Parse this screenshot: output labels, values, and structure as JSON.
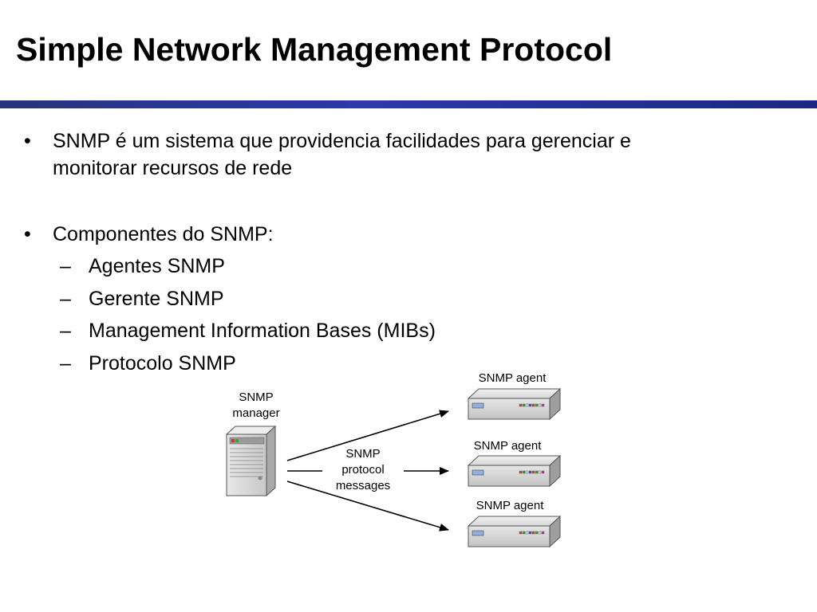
{
  "slide": {
    "title": "Simple Network Management Protocol",
    "accent_color": "#2a3aa8"
  },
  "bullets": [
    {
      "text_line1": "SNMP é um sistema que providencia facilidades para gerenciar e",
      "text_line2": "monitorar recursos de rede"
    },
    {
      "text": "Componentes do SNMP:",
      "subitems": [
        "Agentes SNMP",
        "Gerente SNMP",
        "Management Information Bases (MIBs)",
        "Protocolo SNMP"
      ]
    }
  ],
  "bullet_glyph": "•",
  "dash_glyph": "–",
  "diagram": {
    "manager_label_line1": "SNMP",
    "manager_label_line2": "manager",
    "messages_label_line1": "SNMP",
    "messages_label_line2": "protocol",
    "messages_label_line3": "messages",
    "agents": [
      {
        "label": "SNMP agent"
      },
      {
        "label": "SNMP agent"
      },
      {
        "label": "SNMP agent"
      }
    ],
    "icons": {
      "manager": "server-tower-icon",
      "agent": "network-device-icon"
    }
  }
}
